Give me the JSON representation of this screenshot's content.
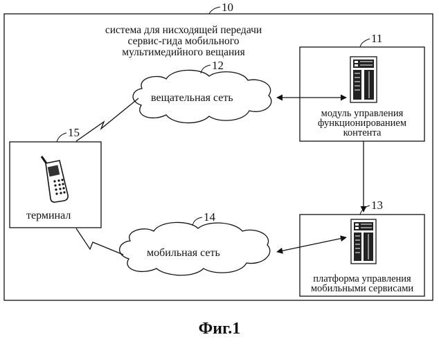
{
  "system": {
    "ref": "10",
    "title_lines": [
      "система для нисходящей передачи",
      "сервис-гида мобильного",
      "мультимедийного вещания"
    ]
  },
  "broadcast_network": {
    "ref": "12",
    "label": "вещательная сеть"
  },
  "content_module": {
    "ref": "11",
    "label_lines": [
      "модуль управления",
      "функционированием",
      "контента"
    ]
  },
  "service_platform": {
    "ref": "13",
    "label_lines": [
      "платформа управления",
      "мобильными сервисами"
    ]
  },
  "mobile_network": {
    "ref": "14",
    "label": "мобильная сеть"
  },
  "terminal": {
    "ref": "15",
    "label": "терминал"
  },
  "caption": "Фиг.1"
}
